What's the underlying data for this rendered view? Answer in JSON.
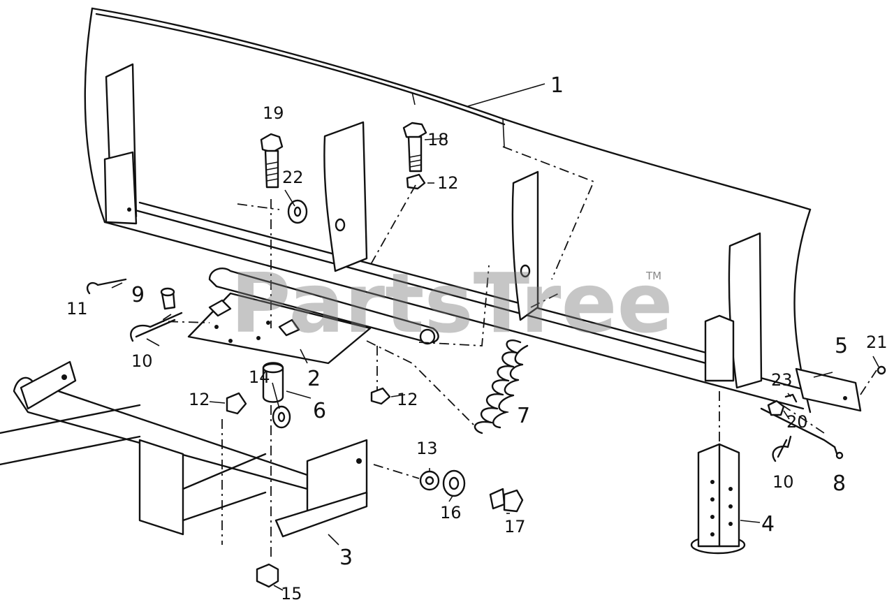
{
  "watermark": {
    "text": "PartsTree",
    "trademark": "TM"
  },
  "callouts": {
    "c1": "1",
    "c2": "2",
    "c3": "3",
    "c4": "4",
    "c5": "5",
    "c6": "6",
    "c7": "7",
    "c8": "8",
    "c9": "9",
    "c10a": "10",
    "c10b": "10",
    "c11": "11",
    "c12a": "12",
    "c12b": "12",
    "c12c": "12",
    "c13": "13",
    "c14": "14",
    "c15": "15",
    "c16": "16",
    "c17": "17",
    "c18": "18",
    "c19": "19",
    "c20": "20",
    "c21": "21",
    "c22": "22",
    "c23": "23"
  }
}
